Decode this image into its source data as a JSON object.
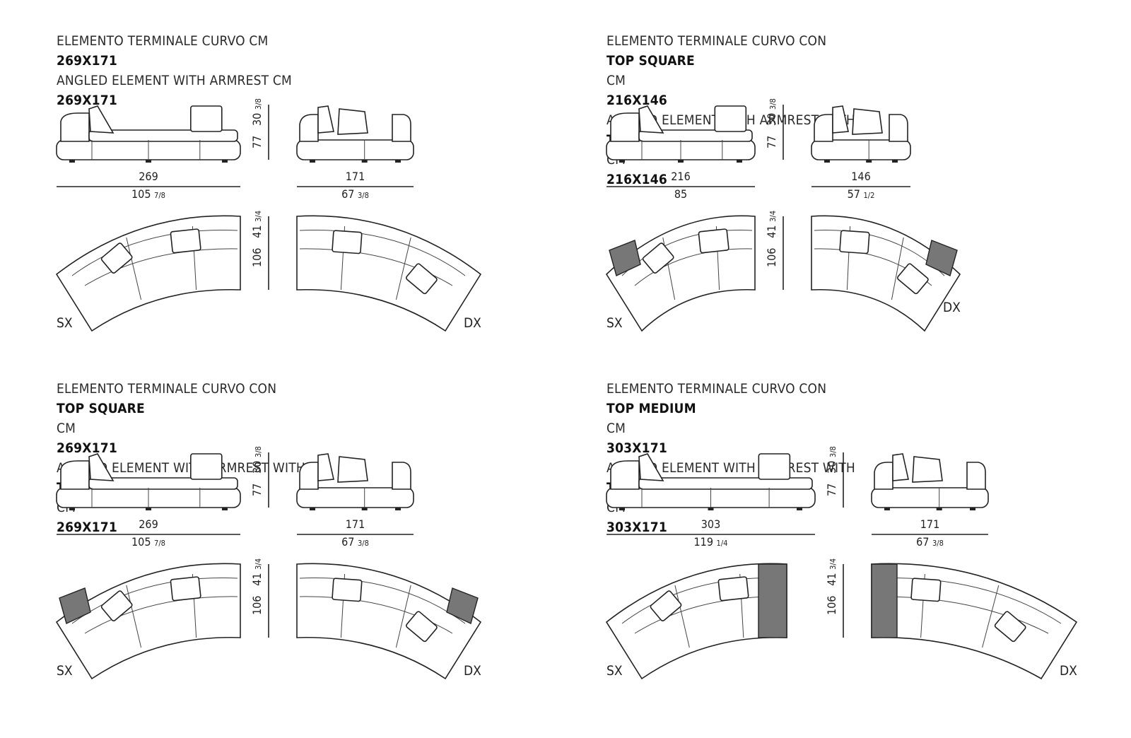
{
  "panels": [
    {
      "title_it_pre": "ELEMENTO TERMINALE CURVO CM ",
      "title_it_top": "",
      "title_it_mid": "",
      "title_it_size": "269X171",
      "title_en_pre": "ANGLED ELEMENT WITH ARMREST CM ",
      "title_en_top": "",
      "title_en_mid": "",
      "title_en_size": "269X171",
      "width_cm": "269",
      "width_in": "105",
      "width_in_frac": "7/8",
      "depth_cm": "171",
      "depth_in": "67",
      "depth_in_frac": "3/8",
      "height_cm": "77",
      "height_in": "30",
      "height_in_frac": "3/8",
      "plan_cm": "106",
      "plan_in": "41",
      "plan_in_frac": "3/4",
      "left_label": "SX",
      "right_label": "DX"
    },
    {
      "title_it_pre": "ELEMENTO TERMINALE CURVO CON ",
      "title_it_top": "TOP SQUARE",
      "title_it_mid": " CM ",
      "title_it_size": "216X146",
      "title_en_pre": "ANGLED ELEMENT WITH ARMREST WITH ",
      "title_en_top": "TOP SQUARE",
      "title_en_mid": " CM ",
      "title_en_size": "216X146",
      "width_cm": "216",
      "width_in": "85",
      "width_in_frac": "",
      "depth_cm": "146",
      "depth_in": "57",
      "depth_in_frac": "1/2",
      "height_cm": "77",
      "height_in": "30",
      "height_in_frac": "3/8",
      "plan_cm": "106",
      "plan_in": "41",
      "plan_in_frac": "3/4",
      "left_label": "SX",
      "right_label": "DX"
    },
    {
      "title_it_pre": "ELEMENTO TERMINALE CURVO CON ",
      "title_it_top": "TOP SQUARE",
      "title_it_mid": " CM ",
      "title_it_size": "269X171",
      "title_en_pre": "ANGLED ELEMENT WITH ARMREST WITH ",
      "title_en_top": "TOP SQUARE",
      "title_en_mid": " CM ",
      "title_en_size": "269X171",
      "width_cm": "269",
      "width_in": "105",
      "width_in_frac": "7/8",
      "depth_cm": "171",
      "depth_in": "67",
      "depth_in_frac": "3/8",
      "height_cm": "77",
      "height_in": "30",
      "height_in_frac": "3/8",
      "plan_cm": "106",
      "plan_in": "41",
      "plan_in_frac": "3/4",
      "left_label": "SX",
      "right_label": "DX"
    },
    {
      "title_it_pre": "ELEMENTO TERMINALE CURVO CON ",
      "title_it_top": "TOP MEDIUM",
      "title_it_mid": " CM ",
      "title_it_size": "303X171",
      "title_en_pre": "ANGLED ELEMENT WITH ARMREST WITH ",
      "title_en_top": "TOP MEDIUM",
      "title_en_mid": " CM ",
      "title_en_size": "303X171",
      "width_cm": "303",
      "width_in": "119",
      "width_in_frac": "1/4",
      "depth_cm": "171",
      "depth_in": "67",
      "depth_in_frac": "3/8",
      "height_cm": "77",
      "height_in": "30",
      "height_in_frac": "3/8",
      "plan_cm": "106",
      "plan_in": "41",
      "plan_in_frac": "3/4",
      "left_label": "SX",
      "right_label": "DX"
    }
  ]
}
